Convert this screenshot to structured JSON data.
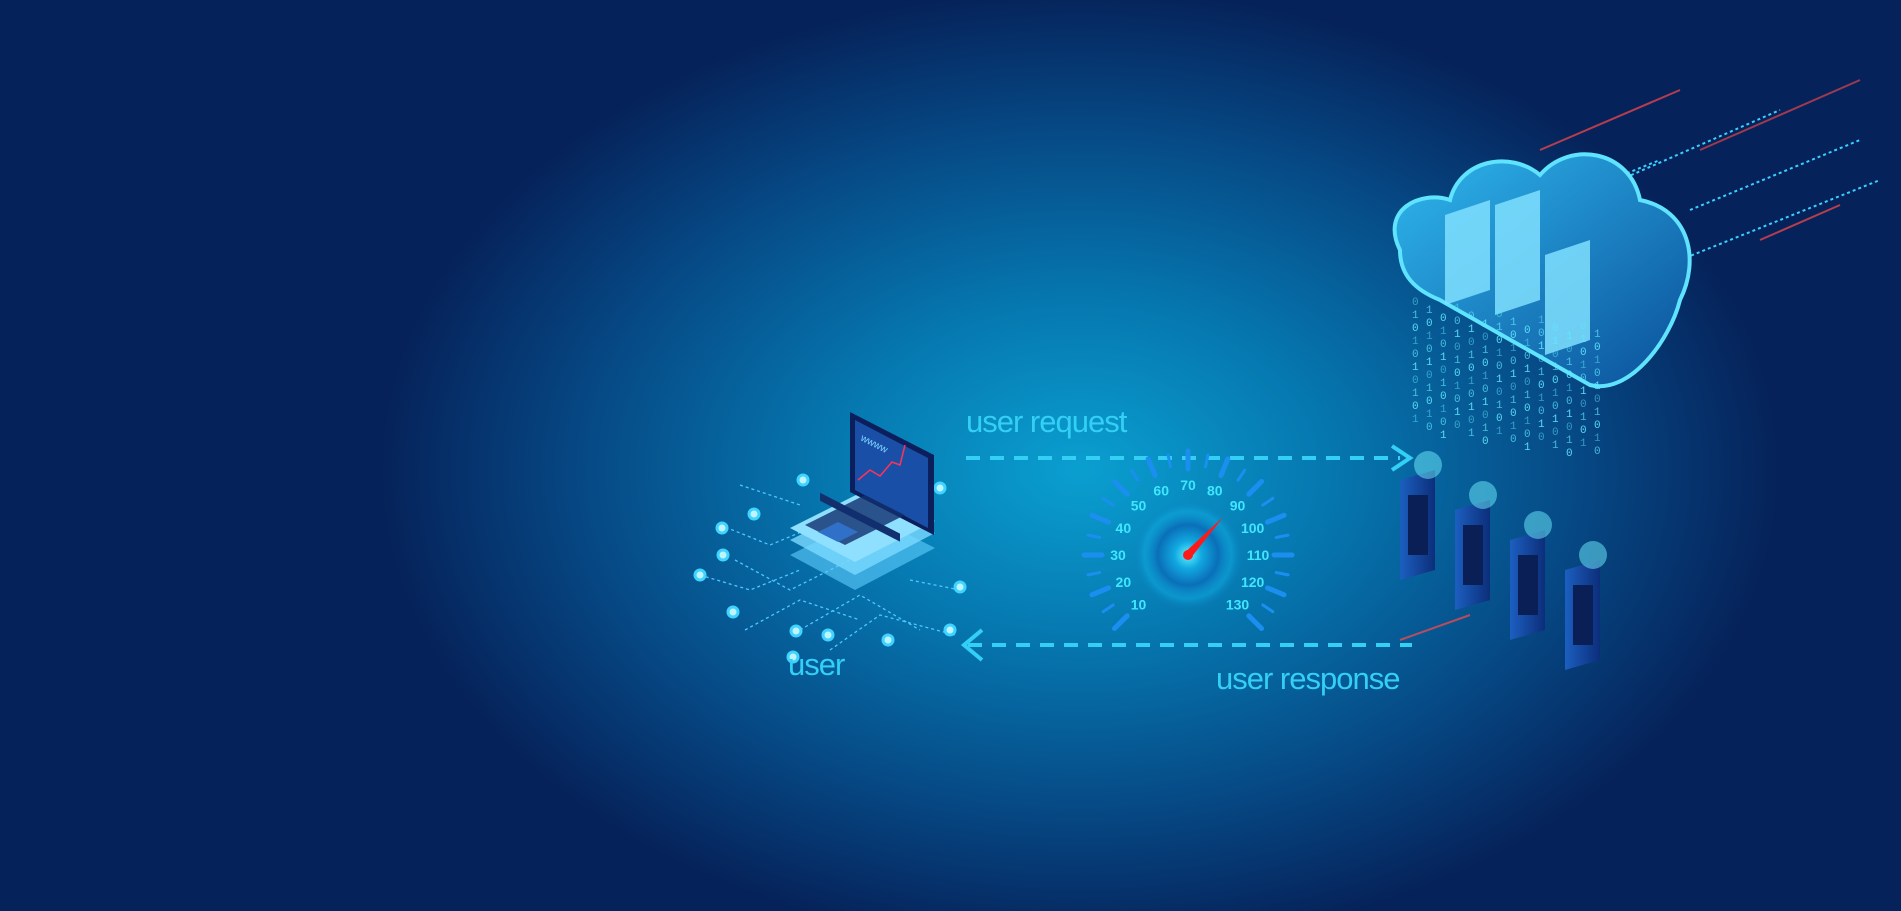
{
  "labels": {
    "user": "user",
    "request": "user request",
    "response": "user response",
    "laptop_screen": "wwww"
  },
  "gauge": {
    "ticks": [
      "10",
      "20",
      "30",
      "40",
      "50",
      "60",
      "70",
      "80",
      "90",
      "100",
      "110",
      "120",
      "130"
    ],
    "needle_value": 89,
    "min": 10,
    "max": 130
  },
  "colors": {
    "accent": "#33cff5",
    "needle": "#ff1a1a",
    "tick": "#1b8ff0"
  }
}
